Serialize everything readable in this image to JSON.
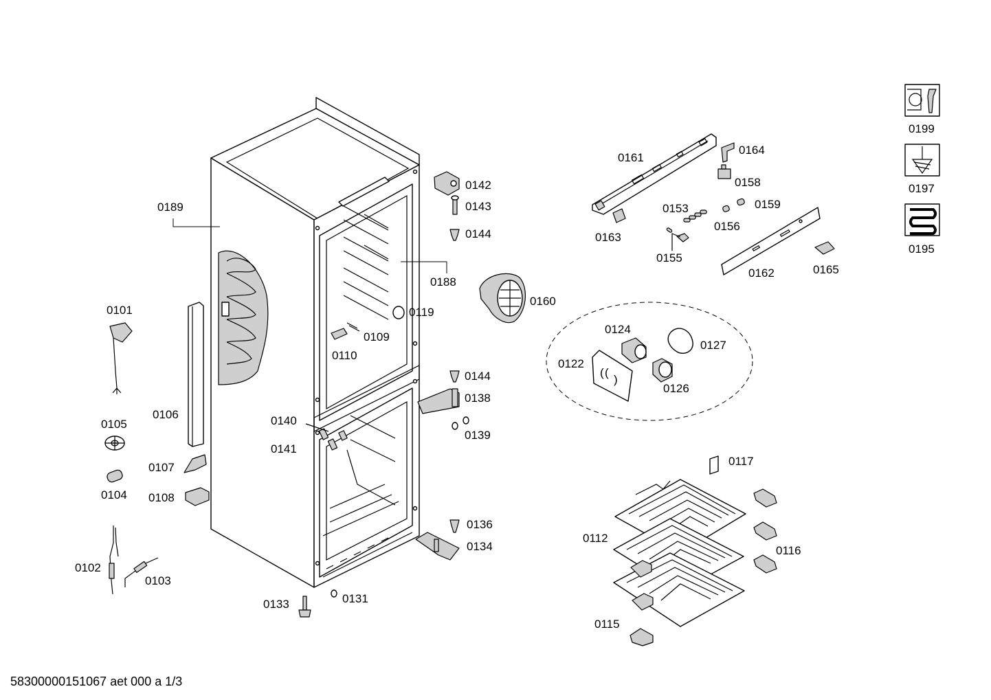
{
  "labels": {
    "p0101": "0101",
    "p0102": "0102",
    "p0103": "0103",
    "p0104": "0104",
    "p0105": "0105",
    "p0106": "0106",
    "p0107": "0107",
    "p0108": "0108",
    "p0109": "0109",
    "p0110": "0110",
    "p0112": "0112",
    "p0115": "0115",
    "p0116": "0116",
    "p0117": "0117",
    "p0119": "0119",
    "p0122": "0122",
    "p0124": "0124",
    "p0126": "0126",
    "p0127": "0127",
    "p0131": "0131",
    "p0133": "0133",
    "p0134": "0134",
    "p0136": "0136",
    "p0138": "0138",
    "p0139": "0139",
    "p0140": "0140",
    "p0141": "0141",
    "p0142": "0142",
    "p0143": "0143",
    "p0144a": "0144",
    "p0144b": "0144",
    "p0153": "0153",
    "p0155": "0155",
    "p0156": "0156",
    "p0158": "0158",
    "p0159": "0159",
    "p0160": "0160",
    "p0161": "0161",
    "p0162": "0162",
    "p0163": "0163",
    "p0164": "0164",
    "p0165": "0165",
    "p0188": "0188",
    "p0189": "0189",
    "p0195": "0195",
    "p0197": "0197",
    "p0199": "0199"
  },
  "footer": {
    "code": "58300000151067 aet 000 a 1/3"
  },
  "icons": {
    "wrench_nut": "wrench-nut-icon",
    "screwdriver": "screwdriver-icon",
    "heating_coil": "heating-coil-icon"
  },
  "colors": {
    "line": "#000000",
    "background": "#ffffff",
    "shade": "#cfcfcf"
  }
}
